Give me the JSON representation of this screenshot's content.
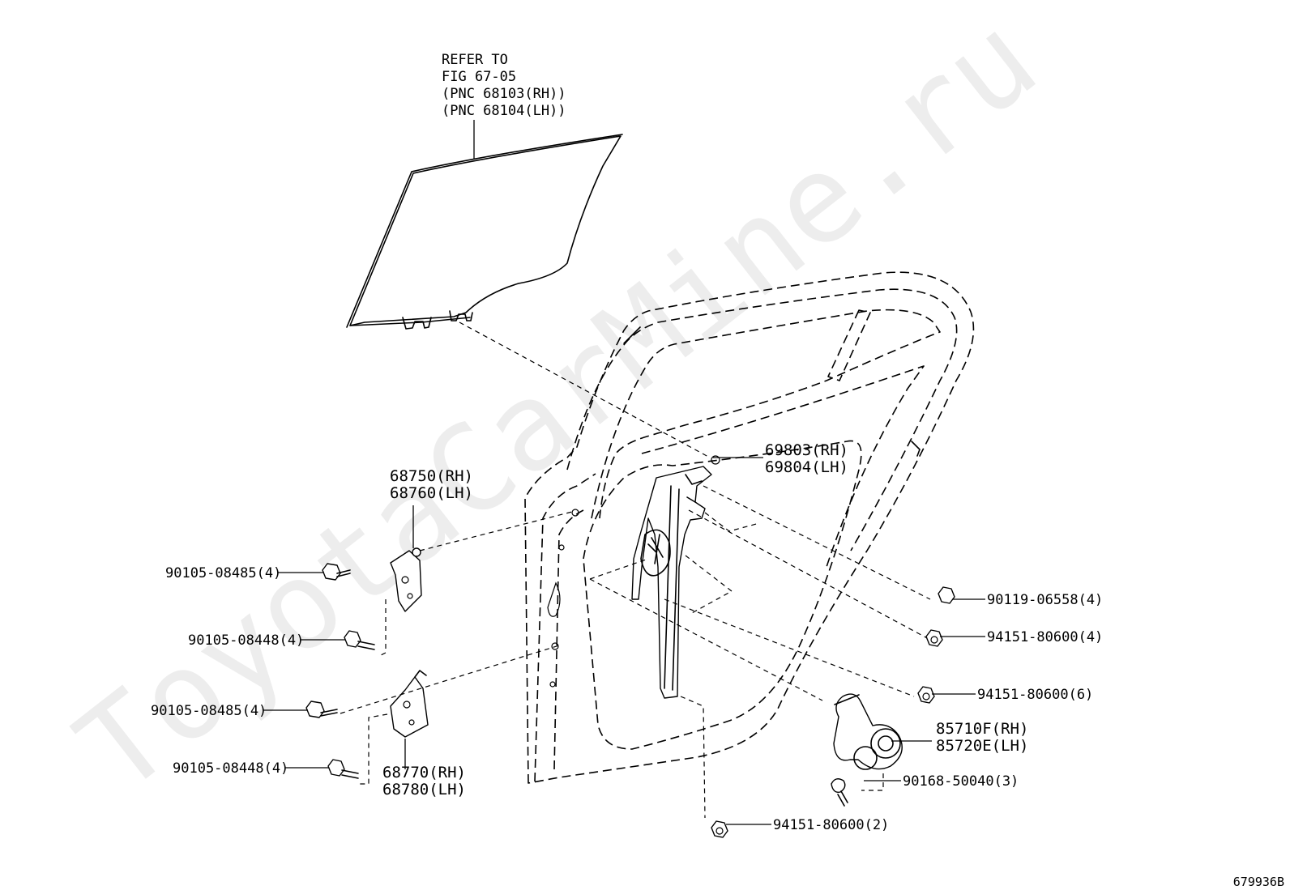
{
  "watermark": "ToyotaCarMine.ru",
  "figure_id": "679936B",
  "callouts": {
    "glass_ref": [
      "REFER TO",
      "FIG 67-05",
      "(PNC 68103(RH))",
      "(PNC 68104(LH))"
    ],
    "upper_hinge": [
      "68750(RH)",
      "68760(LH)"
    ],
    "lower_hinge": [
      "68770(RH)",
      "68780(LH)"
    ],
    "regulator": [
      "69803(RH)",
      "69804(LH)"
    ],
    "motor": [
      "85710F(RH)",
      "85720E(LH)"
    ],
    "bolt_upper_outer": "90105-08485(4)",
    "bolt_upper_inner": "90105-08448(4)",
    "bolt_lower_outer": "90105-08485(4)",
    "bolt_lower_inner": "90105-08448(4)",
    "bolt_regulator": "90119-06558(4)",
    "nut_a": "94151-80600(4)",
    "nut_b": "94151-80600(6)",
    "motor_screw": "90168-50040(3)",
    "nut_bottom": "94151-80600(2)"
  },
  "icons": {
    "bolt": "hex-bolt-icon",
    "nut": "hex-nut-icon",
    "screw": "screw-icon"
  }
}
